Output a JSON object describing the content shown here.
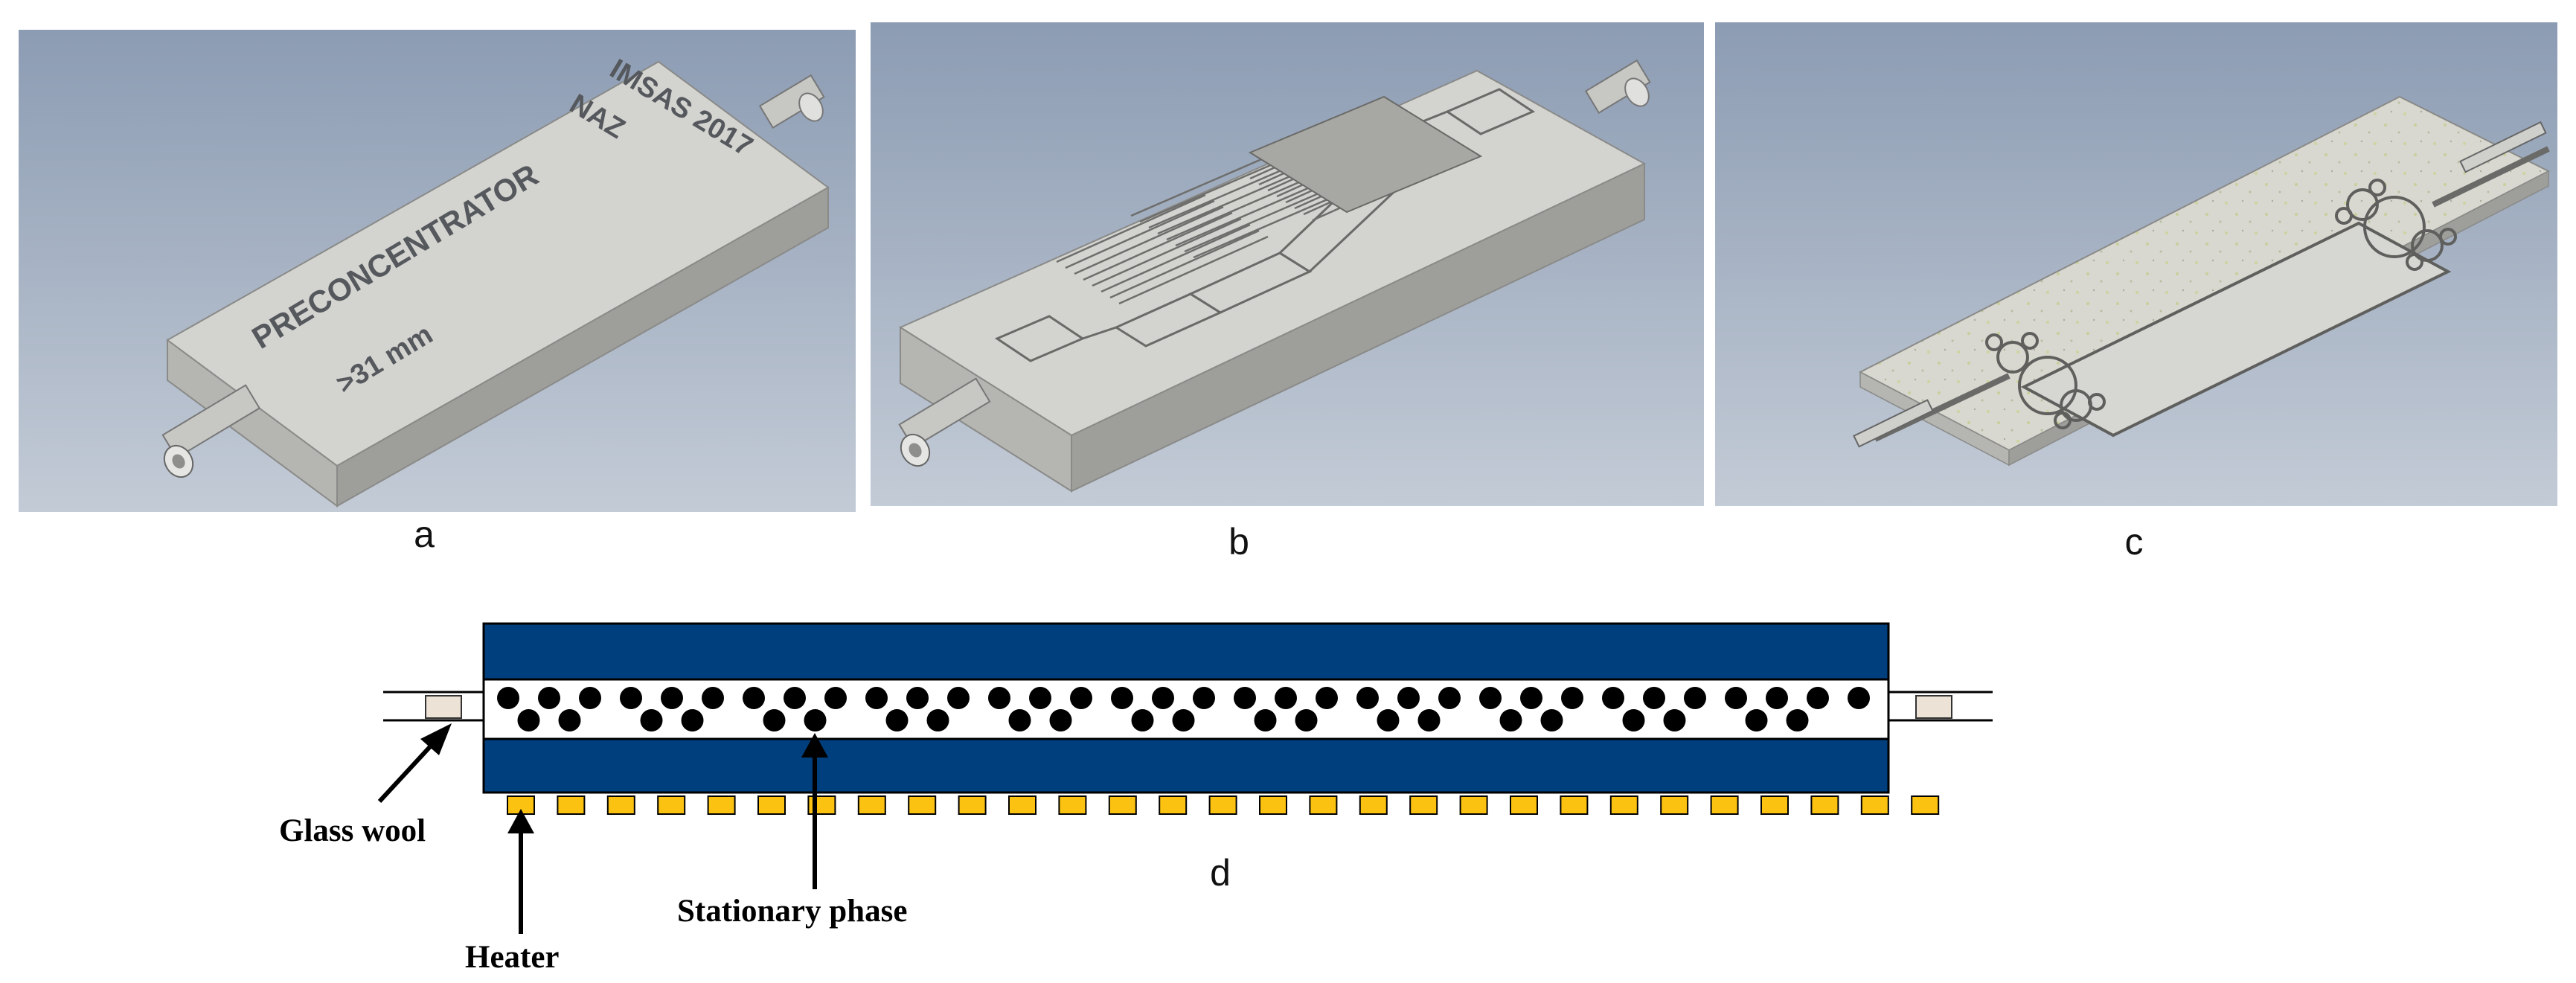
{
  "panels": {
    "a": {
      "label": "a",
      "engraving": {
        "title": "PRECONCENTRATOR",
        "dimension": ">31 mm",
        "line1": "IMSAS 2017",
        "line2": "NAZ"
      }
    },
    "b": {
      "label": "b"
    },
    "c": {
      "label": "c"
    },
    "d": {
      "label": "d",
      "callouts": {
        "glass_wool": "Glass wool",
        "stationary_phase": "Stationary phase",
        "heater": "Heater"
      }
    }
  },
  "colors": {
    "render_background": "#a9b6c8",
    "block_top": "#d3d3d0",
    "block_side": "#aeaeab",
    "tube_wall": "#003f7d",
    "heater_pad": "#fbc212",
    "particle": "#000000",
    "glass_wool_fill": "#ede2d6"
  }
}
